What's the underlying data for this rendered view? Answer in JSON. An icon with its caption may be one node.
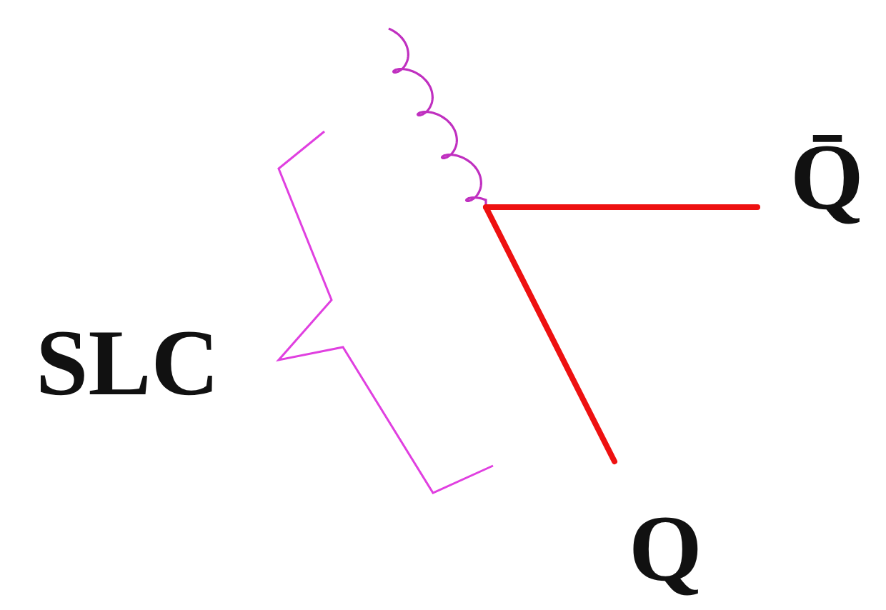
{
  "diagram": {
    "labels": [
      "SLC",
      "Q̄",
      "Q"
    ]
  }
}
